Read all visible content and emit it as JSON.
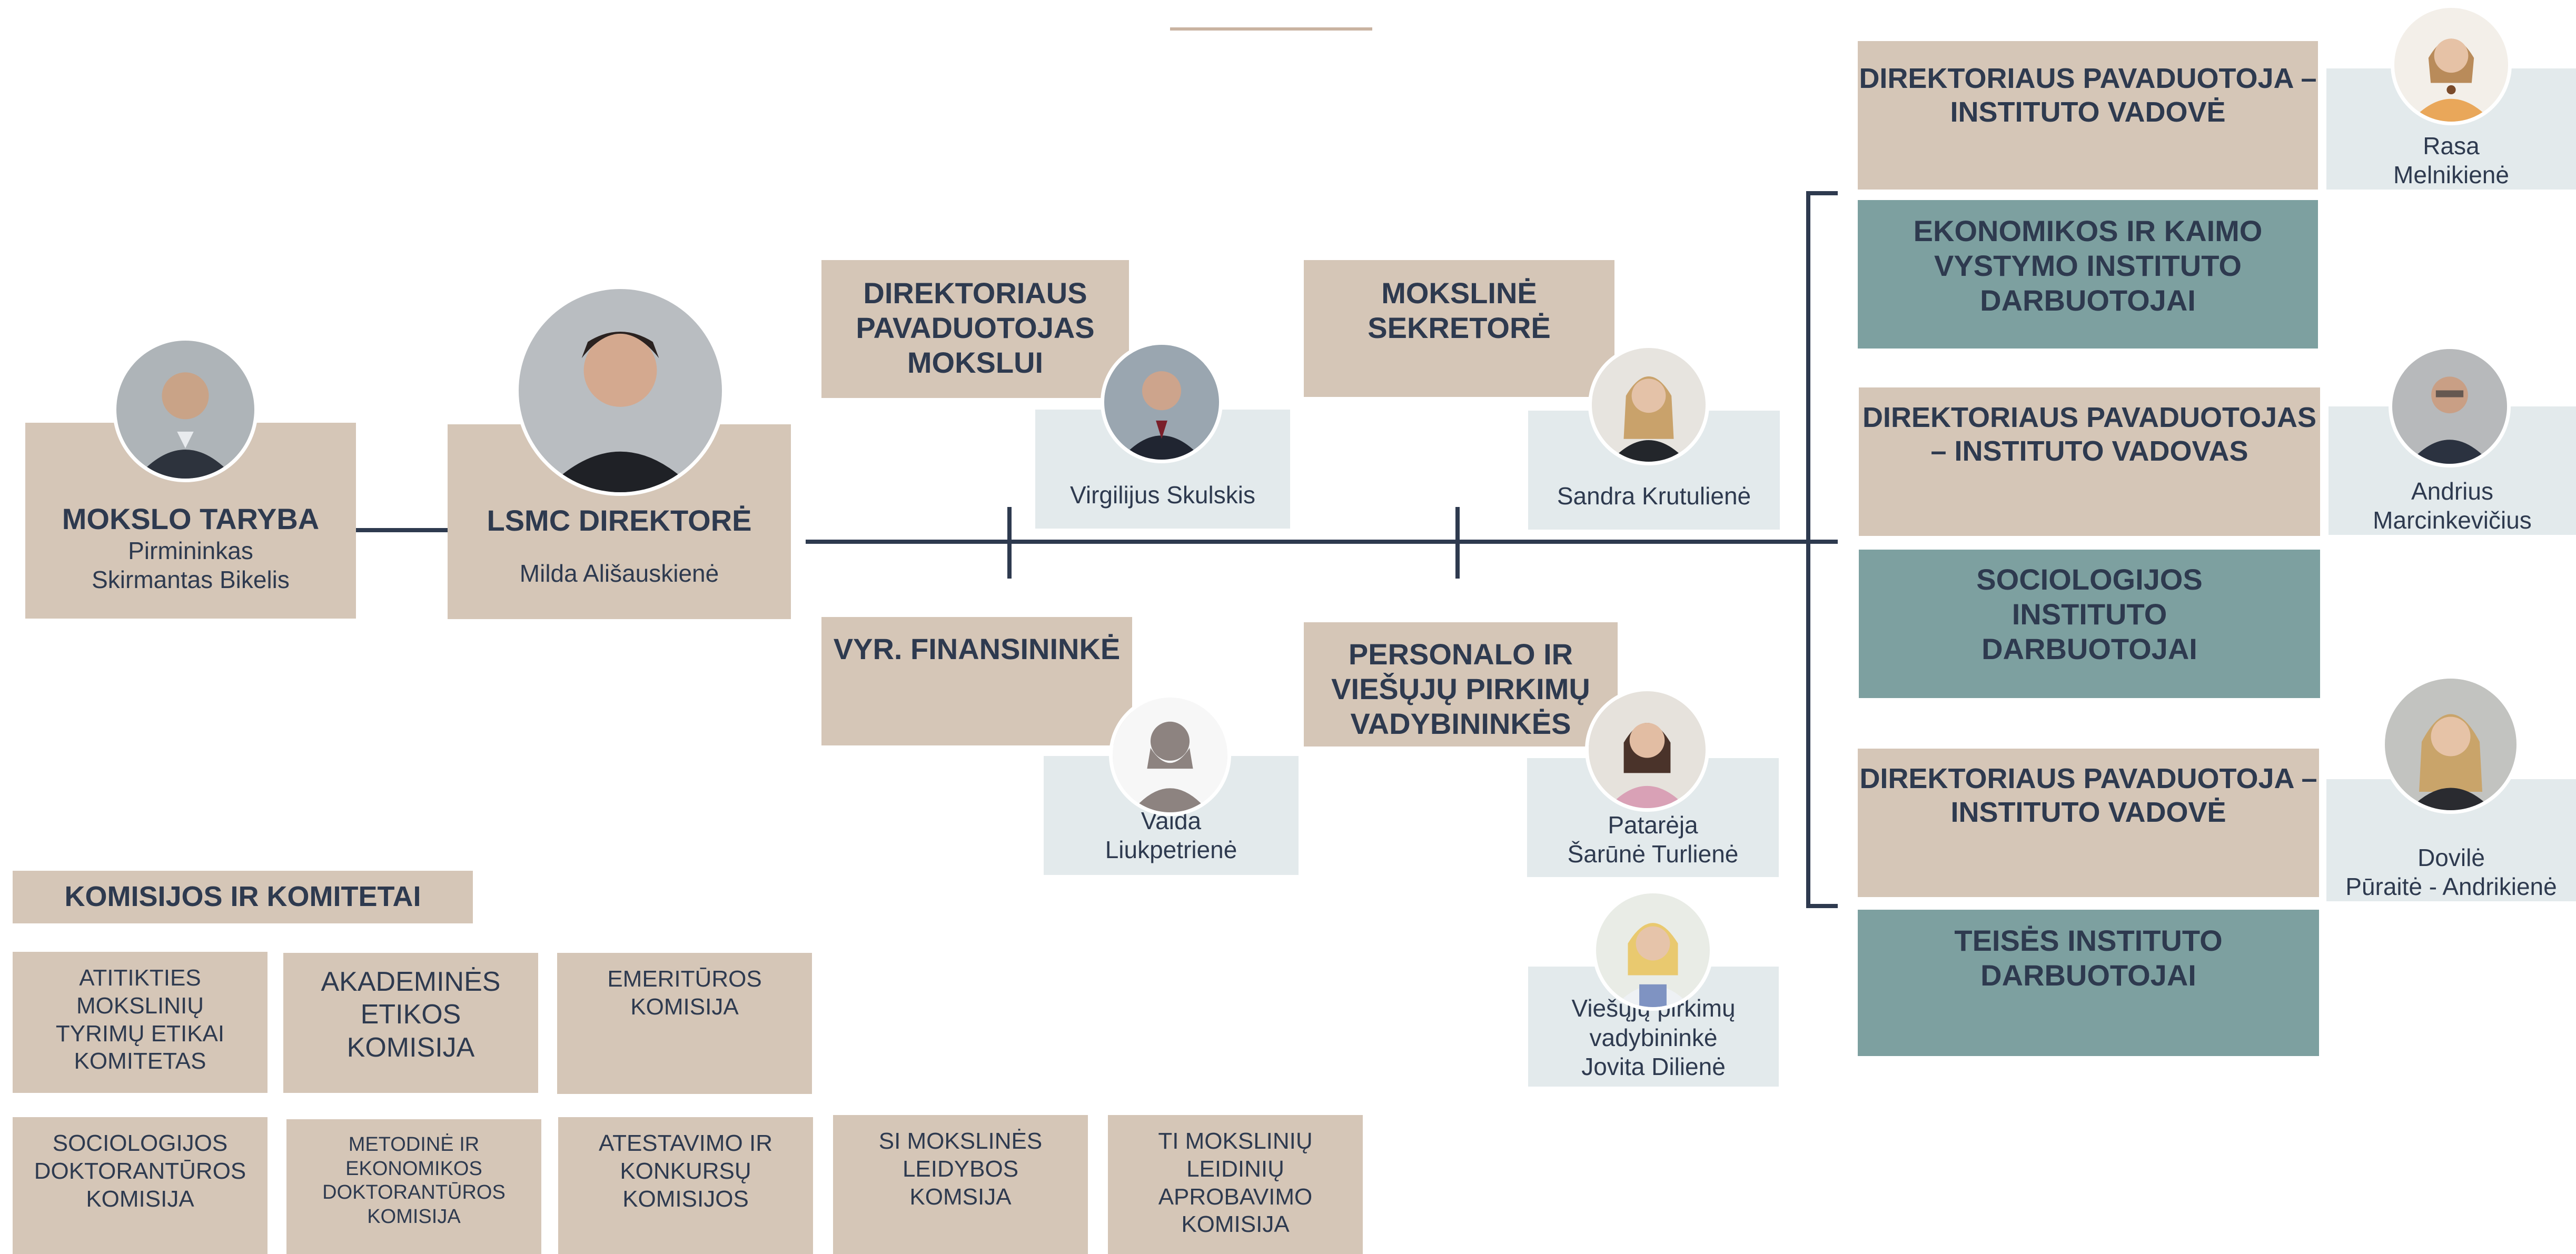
{
  "science_council": {
    "title": "MOKSLO TARYBA",
    "role": "Pirmininkas",
    "name": "Skirmantas Bikelis"
  },
  "director": {
    "title": "LSMC DIREKTORĖ",
    "name": "Milda Ališauskienė"
  },
  "deputy_science": {
    "title": "DIREKTORIAUS\nPAVADUOTOJAS\nMOKSLUI",
    "name": "Virgilijus Skulskis"
  },
  "scientific_secretary": {
    "title": "MOKSLINĖ\nSEKRETORĖ",
    "name": "Sandra Krutulienė"
  },
  "chief_accountant": {
    "title": "VYR. FINANSININKĖ",
    "name": "Vaida\nLiukpetrienė"
  },
  "personnel": {
    "title": "PERSONALO IR\nVIEŠŲJŲ PIRKIMŲ\nVADYBININKĖS",
    "advisor": "Patarėja\nŠarūnė Turlienė",
    "procurement": "Viešųjų pirkimų\nvadybininkė\nJovita Dilienė"
  },
  "institutes": [
    {
      "head_title": "DIREKTORIAUS PAVADUOTOJA –\nINSTITUTO VADOVĖ",
      "head_name": "Rasa\nMelnikienė",
      "staff": "EKONOMIKOS IR KAIMO\nVYSTYMO INSTITUTO\nDARBUOTOJAI"
    },
    {
      "head_title": "DIREKTORIAUS PAVADUOTOJAS\n– INSTITUTO VADOVAS",
      "head_name": "Andrius\nMarcinkevičius",
      "staff": "SOCIOLOGIJOS\nINSTITUTO\nDARBUOTOJAI"
    },
    {
      "head_title": "DIREKTORIAUS PAVADUOTOJA –\nINSTITUTO VADOVĖ",
      "head_name": "Dovilė\nPūraitė - Andrikienė",
      "staff": "TEISĖS INSTITUTO\nDARBUOTOJAI"
    }
  ],
  "committees": {
    "title": "KOMISIJOS IR KOMITETAI",
    "row1": [
      "ATITIKTIES MOKSLINIŲ\nTYRIMŲ ETIKAI\nKOMITETAS",
      "AKADEMINĖS ETIKOS\nKOMISIJA",
      "EMERITŪROS\nKOMISIJA"
    ],
    "row2": [
      "SOCIOLOGIJOS\nDOKTORANTŪROS\nKOMISIJA",
      "METODINĖ IR\nEKONOMIKOS\nDOKTORANTŪROS\nKOMISIJA",
      "ATESTAVIMO IR\nKONKURSŲ\nKOMISIJOS",
      "SI MOKSLINĖS LEIDYBOS\nKOMSIJA",
      "TI MOKSLINIŲ LEIDINIŲ\nAPROBAVIMO KOMISIJA"
    ]
  },
  "colors": {
    "tan": "#d5c6b7",
    "grey": "#e3eaec",
    "teal": "#7da0a0",
    "text": "#2e3a4f",
    "accent_line": "#c9b3a1"
  }
}
